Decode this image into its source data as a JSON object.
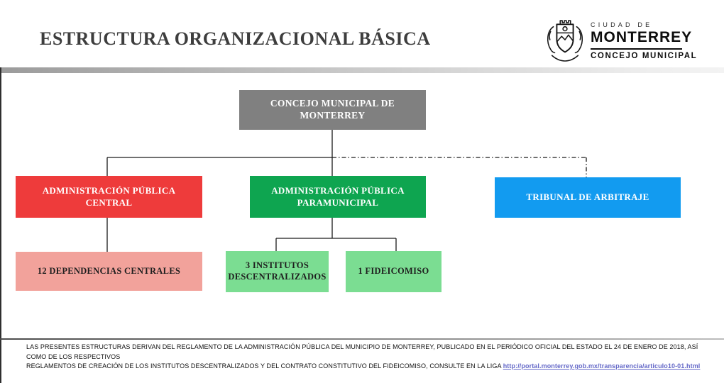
{
  "header": {
    "title": "ESTRUCTURA ORGANIZACIONAL BÁSICA"
  },
  "logo": {
    "crest_icon": "monterrey-coat-of-arms",
    "city_label": "CIUDAD DE",
    "city_name": "MONTERREY",
    "org_label": "CONCEJO MUNICIPAL"
  },
  "org_chart": {
    "type": "org-chart",
    "root": {
      "label": "CONCEJO MUNICIPAL DE MONTERREY",
      "color": "#808080",
      "text_color": "#ffffff"
    },
    "level2": [
      {
        "label": "ADMINISTRACIÓN PÚBLICA CENTRAL",
        "color": "#EE3B3B",
        "text_color": "#ffffff",
        "connector_style": "solid"
      },
      {
        "label": "ADMINISTRACIÓN PÚBLICA PARAMUNICIPAL",
        "color": "#0EA550",
        "text_color": "#ffffff",
        "connector_style": "solid"
      },
      {
        "label": "TRIBUNAL DE ARBITRAJE",
        "color": "#129BF0",
        "text_color": "#ffffff",
        "connector_style": "dash-dot"
      }
    ],
    "level3": [
      {
        "label": "12 DEPENDENCIAS CENTRALES",
        "color": "#F2A29B",
        "text_color": "#1e1e1e",
        "parent": "ADMINISTRACIÓN PÚBLICA CENTRAL"
      },
      {
        "label": "3 INSTITUTOS DESCENTRALIZADOS",
        "color": "#7BDD92",
        "text_color": "#1e1e1e",
        "parent": "ADMINISTRACIÓN PÚBLICA PARAMUNICIPAL"
      },
      {
        "label": "1 FIDEICOMISO",
        "color": "#7BDD92",
        "text_color": "#1e1e1e",
        "parent": "ADMINISTRACIÓN PÚBLICA PARAMUNICIPAL"
      }
    ],
    "connector_color": "#1a1a1a"
  },
  "footer": {
    "line1": "LAS PRESENTES ESTRUCTURAS DERIVAN DEL REGLAMENTO DE LA ADMINISTRACIÓN PÚBLICA DEL MUNICIPIO DE MONTERREY, PUBLICADO EN EL PERIÓDICO OFICIAL DEL ESTADO EL 24 DE ENERO DE 2018, ASÍ COMO DE LOS RESPECTIVOS",
    "line2_prefix": "REGLAMENTOS DE CREACIÓN DE LOS INSTITUTOS DESCENTRALIZADOS Y DEL CONTRATO CONSTITUTIVO DEL FIDEICOMISO, CONSULTE EN LA LIGA",
    "link_text": "http://portal.monterrey.gob.mx/transparencia/articulo10-01.html",
    "link_color": "#6468C8"
  }
}
